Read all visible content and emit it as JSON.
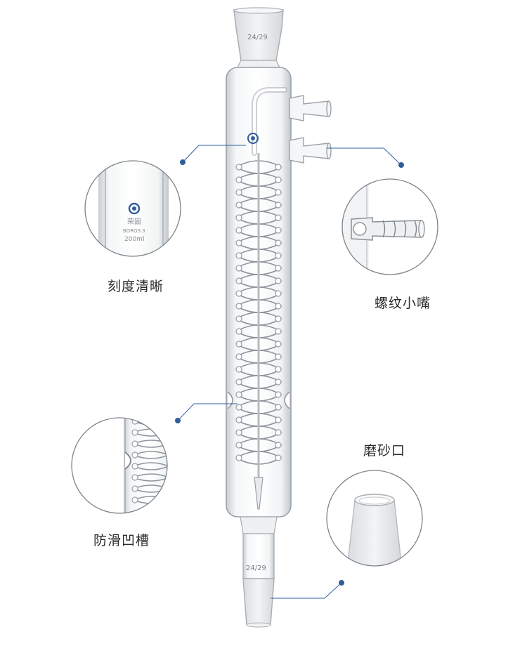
{
  "callouts": {
    "scale": {
      "label": "刻度清晰"
    },
    "nozzle": {
      "label": "螺纹小嘴"
    },
    "ground": {
      "label": "磨砂口"
    },
    "groove": {
      "label": "防滑凹槽"
    }
  },
  "condenser": {
    "top_joint_mark": "24/29",
    "bottom_joint_mark": "24/29"
  },
  "zoom_scale": {
    "brand": "荣固",
    "material": "BORO3.3",
    "volume": "200ml"
  },
  "colors": {
    "callout_line": "#2f5d9c",
    "glass_edge": "#9aa1a8",
    "frosted": "#ececec"
  }
}
